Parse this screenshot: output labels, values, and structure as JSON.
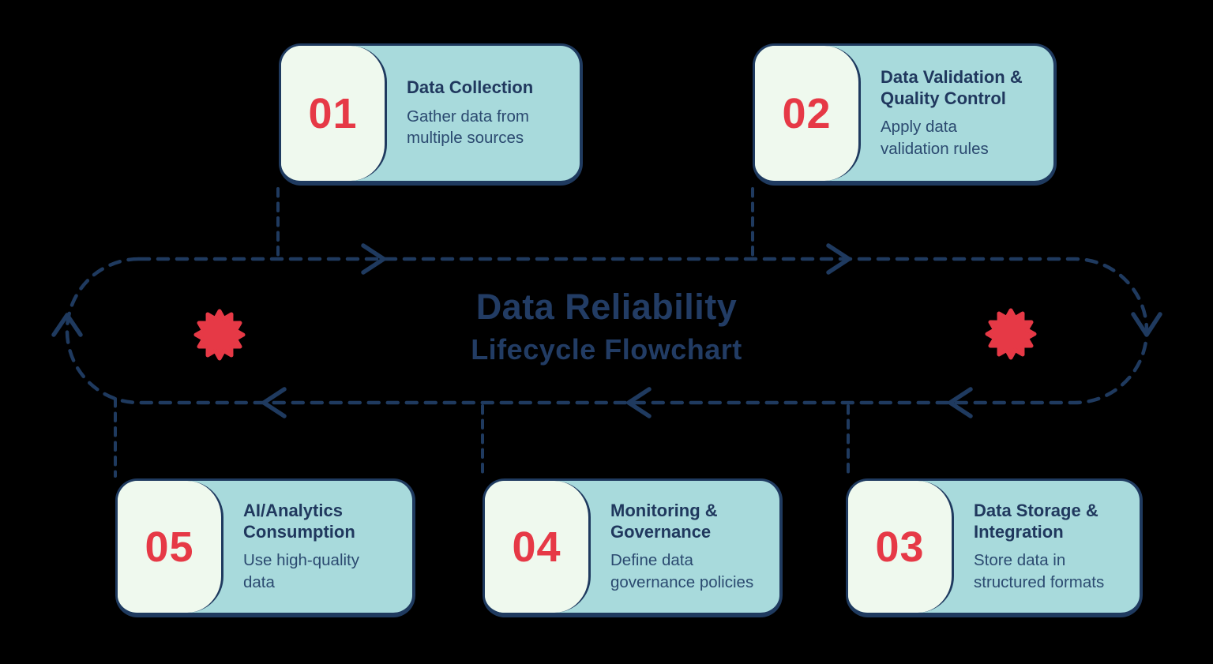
{
  "title": {
    "line1": "Data Reliability",
    "line2": "Lifecycle Flowchart"
  },
  "steps": [
    {
      "number": "01",
      "title": "Data Collection",
      "description": "Gather data from\nmultiple sources"
    },
    {
      "number": "02",
      "title": "Data Validation &\nQuality Control",
      "description": "Apply data\nvalidation rules"
    },
    {
      "number": "03",
      "title": "Data Storage &\nIntegration",
      "description": "Store data in\nstructured formats"
    },
    {
      "number": "04",
      "title": "Monitoring &\nGovernance",
      "description": "Define data\ngovernance policies"
    },
    {
      "number": "05",
      "title": "AI/Analytics\nConsumption",
      "description": "Use high-quality\ndata"
    }
  ],
  "colors": {
    "bg": "#000000",
    "navy": "#1f3a5f",
    "title": "#223c64",
    "cardtitle": "#20385e",
    "desc": "#2b4a70",
    "teal": "#a8dadc",
    "cream": "#eff9ee",
    "red": "#e63946"
  },
  "icons": {
    "starburst": "12-point red starburst",
    "arrows": "dashed clockwise loop with chevron arrowheads"
  }
}
